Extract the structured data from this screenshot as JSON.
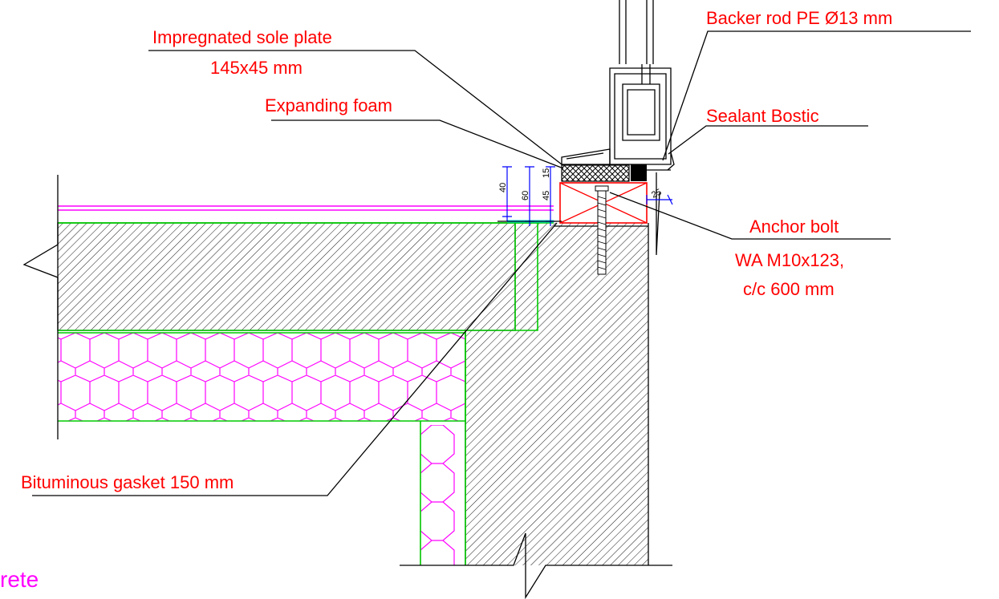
{
  "labels": {
    "sole_plate": "Impregnated sole plate",
    "sole_plate_size": "145x45 mm",
    "foam": "Expanding foam",
    "backer_rod": "Backer rod PE Ø13 mm",
    "sealant": "Sealant Bostic",
    "anchor": "Anchor bolt",
    "anchor_spec": "WA M10x123,",
    "anchor_spacing": "c/c 600 mm",
    "gasket": "Bituminous gasket 150 mm",
    "concrete": "rete"
  },
  "dimensions": {
    "d40": "40",
    "d60": "60",
    "d45": "45",
    "d15": "15",
    "d25": "25"
  },
  "colors": {
    "label": "#ff0000",
    "insulation": "#ff00ff",
    "membrane": "#00cc00",
    "dimension": "#0000ff",
    "hatch": "#000000"
  }
}
